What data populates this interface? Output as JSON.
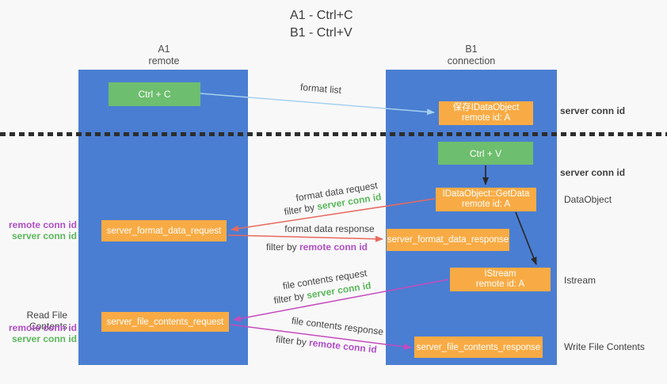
{
  "title": {
    "line1": "A1 - Ctrl+C",
    "line2": "B1 - Ctrl+V"
  },
  "columns": {
    "left": {
      "name": "A1",
      "role": "remote"
    },
    "right": {
      "name": "B1",
      "role": "connection"
    }
  },
  "nodes": {
    "ctrl_c": "Ctrl + C",
    "ctrl_v": "Ctrl + V",
    "save_idataobject": {
      "line1": "保存IDataObject",
      "line2": "remote id: A"
    },
    "getdata": {
      "line1": "IDataObject::GetData",
      "line2": "remote id: A"
    },
    "istream": {
      "line1": "IStream",
      "line2": "remote id: A"
    },
    "format_data_request": "server_format_data_request",
    "format_data_response": "server_format_data_response",
    "file_contents_request": "server_file_contents_request",
    "file_contents_response": "server_file_contents_response"
  },
  "arrow_labels": {
    "format_list": "format list",
    "format_data_request": "format data request",
    "format_data_response": "format data response",
    "file_contents_request": "file contents request",
    "file_contents_response": "file contents response",
    "filter_by": "filter by ",
    "server_conn_id": "server conn id",
    "remote_conn_id": "remote conn id"
  },
  "side_labels": {
    "server_conn_id_top": "server conn id",
    "server_conn_id_mid": "server conn id",
    "dataobject": "DataObject",
    "istream": "Istream",
    "write_file_contents": "Write File Contents",
    "read_file_contents": "Read File Contents",
    "remote_conn_id": "remote conn id",
    "server_conn_id": "server conn id"
  },
  "colors": {
    "lifeline_blue": "#4A7ED2",
    "action_green": "#6DBE6E",
    "message_orange": "#F8AB44",
    "server_conn_id_green": "#5CB85C",
    "remote_conn_id_purple": "#B04EC8",
    "request_arrow_red": "#E8695E",
    "contents_arrow_magenta": "#C44BBE",
    "format_list_arrow_blue": "#A5D1F0",
    "black_arrow": "#2a2a2a"
  }
}
